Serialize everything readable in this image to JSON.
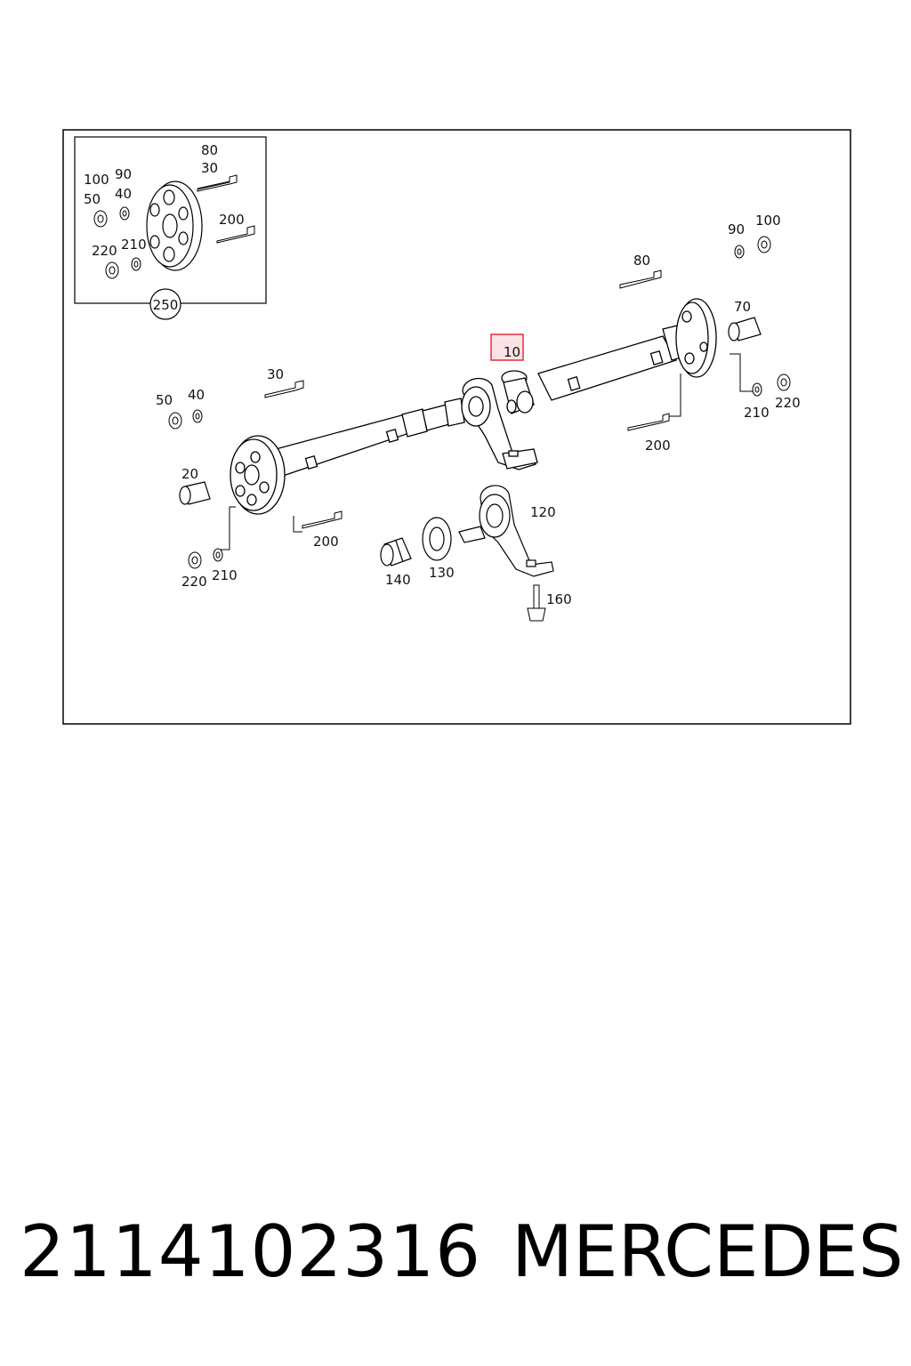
{
  "diagram": {
    "callouts": {
      "inset_80": "80",
      "inset_30": "30",
      "inset_100": "100",
      "inset_90": "90",
      "inset_50": "50",
      "inset_40": "40",
      "inset_200": "200",
      "inset_220": "220",
      "inset_210": "210",
      "inset_250": "250",
      "c10": "10",
      "c20": "20",
      "c30": "30",
      "c40": "40",
      "c50": "50",
      "c70": "70",
      "c80": "80",
      "c90": "90",
      "c100": "100",
      "c120": "120",
      "c130": "130",
      "c140": "140",
      "c160": "160",
      "c200_left": "200",
      "c200_right": "200",
      "c210_left": "210",
      "c210_right": "210",
      "c220_left": "220",
      "c220_right": "220"
    },
    "highlight_color": "#e0303a"
  },
  "footer": {
    "part_number": "2114102316",
    "brand": "MERCEDES"
  }
}
